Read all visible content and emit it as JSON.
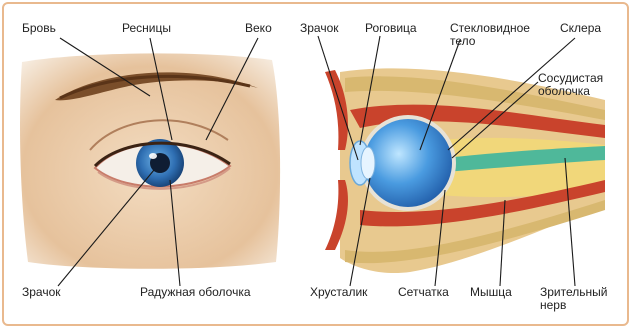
{
  "left_diagram": {
    "labels": {
      "eyebrow": "Бровь",
      "eyelashes": "Ресницы",
      "eyelid": "Веко",
      "pupil": "Зрачок",
      "iris": "Радужная оболочка"
    }
  },
  "right_diagram": {
    "labels": {
      "pupil": "Зрачок",
      "cornea": "Роговица",
      "vitreous_line1": "Стекловидное",
      "vitreous_line2": "тело",
      "sclera": "Склера",
      "choroid_line1": "Сосудистая",
      "choroid_line2": "оболочка",
      "lens": "Хрусталик",
      "retina": "Сетчатка",
      "muscle": "Мышца",
      "optic_nerve_line1": "Зрительный",
      "optic_nerve_line2": "нерв"
    }
  },
  "colors": {
    "frame_border": "#e9b98e",
    "eyeball_blue": "#3f8fd6",
    "muscle_red": "#c9432c",
    "fat_yellow": "#f1d77a",
    "choroid_green": "#4fb89a",
    "skin": "#e9c7a3"
  }
}
